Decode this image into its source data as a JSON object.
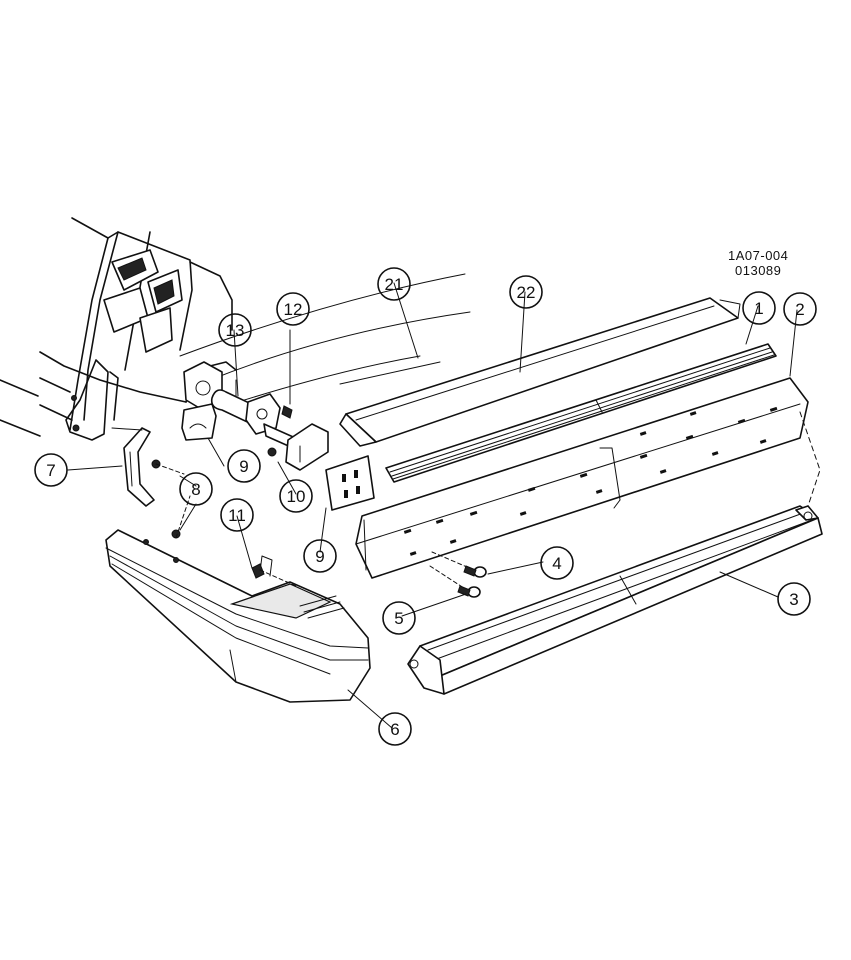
{
  "drawing": {
    "reference_code": [
      "1A07-004",
      "013089"
    ]
  },
  "callouts": [
    "1",
    "2",
    "3",
    "4",
    "5",
    "6",
    "7",
    "8",
    "9",
    "9",
    "10",
    "11",
    "12",
    "13",
    "21",
    "22"
  ],
  "colors": {
    "ink": "#111111",
    "paper": "#ffffff"
  }
}
